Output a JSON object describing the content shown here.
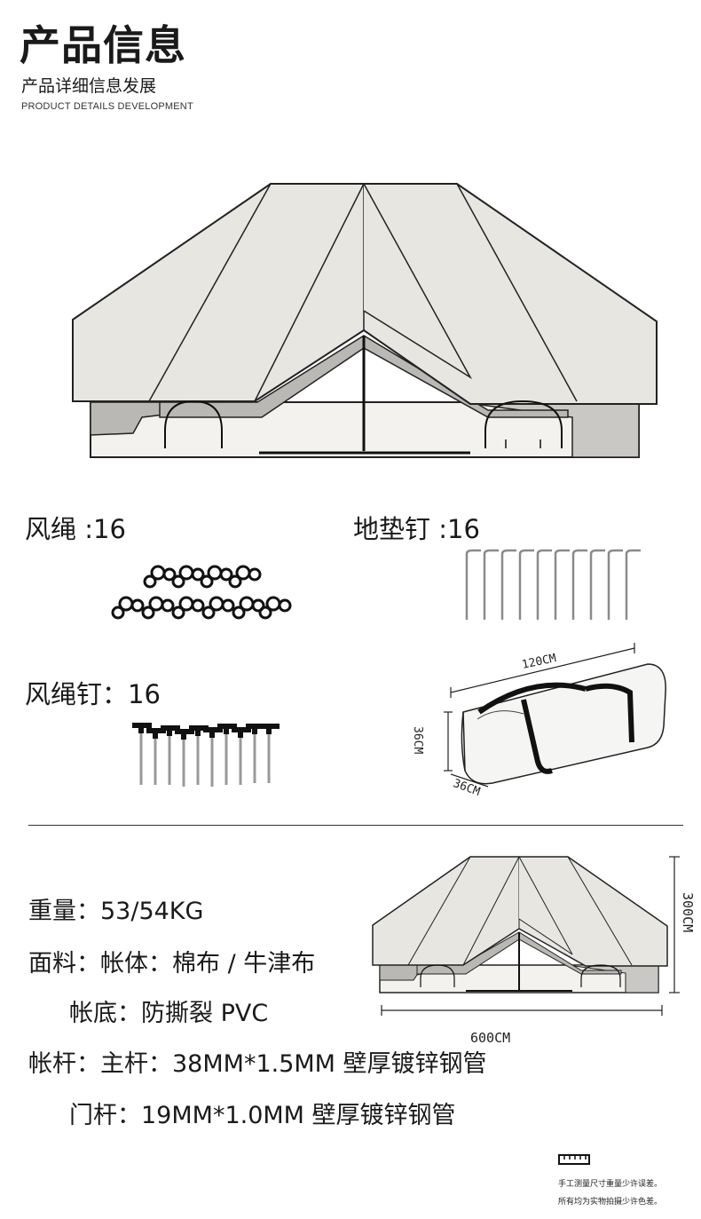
{
  "header": {
    "title": "产品信息",
    "subtitle": "产品详细信息发展",
    "subtitle_en": "PRODUCT DETAILS DEVELOPMENT"
  },
  "accessories": {
    "guy_ropes": {
      "label": "风绳",
      "sep": " :",
      "count": "16"
    },
    "ground_stakes": {
      "label": "地垫钉",
      "sep": " :",
      "count": "16"
    },
    "rope_stakes": {
      "label": "风绳钉",
      "sep": "：",
      "count": "16"
    }
  },
  "bag": {
    "length": "120CM",
    "height": "36CM",
    "depth": "36CM"
  },
  "tent_dims": {
    "height": "300CM",
    "width": "600CM"
  },
  "specs": {
    "weight_label": "重量：",
    "weight_value": "53/54KG",
    "fabric_label": "面料：",
    "fabric_body_label": "帐体：",
    "fabric_body_value": "棉布 / 牛津布",
    "fabric_floor_label": "帐底：",
    "fabric_floor_value": "防撕裂 PVC",
    "pole_label": "帐杆：",
    "pole_main_label": "主杆：",
    "pole_main_value": "38MM*1.5MM 壁厚镀锌钢管",
    "pole_door_label": "门杆：",
    "pole_door_value": "19MM*1.0MM 壁厚镀锌钢管"
  },
  "footnote": {
    "line1": "手工测量尺寸重量少许误差。",
    "line2": "所有均为实物拍摄少许色差。"
  },
  "colors": {
    "canvas": "#e8e6e1",
    "wall": "#f3f2ee",
    "band": "#b9b8b4",
    "outline": "#222222"
  }
}
